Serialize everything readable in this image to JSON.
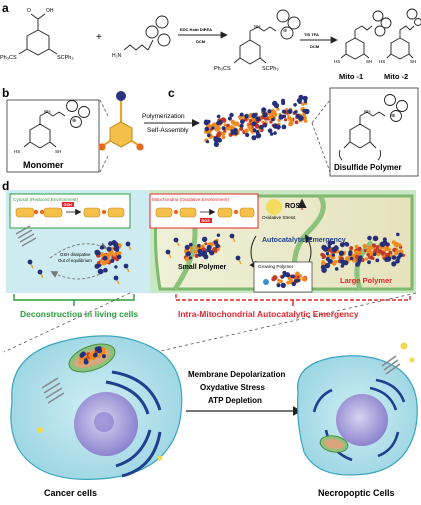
{
  "panel_letters": {
    "a": "a",
    "b": "b",
    "c": "c",
    "d": "d"
  },
  "scheme": {
    "reagents_1": "EDC  Hobt  DIPEA",
    "solvent_1": "DCM",
    "reagents_2": "TIS  TFA",
    "solvent_2": "DCM",
    "group_left": "Ph₃CS",
    "group_right": "SCPh₃",
    "plus": "+",
    "product_1": "Mito -1",
    "product_2": "Mito -2",
    "atoms": {
      "O": "O",
      "OH": "OH",
      "N": "N",
      "NH": "NH",
      "HS": "HS",
      "SH": "SH",
      "H2N": "H₂N",
      "plus_charge": "⊕"
    }
  },
  "panel_b": {
    "monomer_label": "Monomer"
  },
  "panel_c": {
    "arrow_top": "Polymerization",
    "arrow_bottom": "Self-Assembly",
    "polymer_label": "Disulfide Polymer"
  },
  "panel_d": {
    "cytosol_title": "Cytosol (Reduced Environment)",
    "mito_title": "Mitochondria (Oxidative Environment)",
    "gsh_badge": "GSH",
    "ros_badge": "ROS",
    "ros_label": "ROS",
    "oxidative_stress": "Oxidative Stress",
    "gsh_note_1": "GSH dissipative",
    "gsh_note_2": "Out of equilibrium",
    "autocatalytic": "Autocatalytic Emergency",
    "small_polymer": "Small Polymer",
    "growing_polymer": "Growing Polymer",
    "large_polymer": "Large Polymer",
    "deconstruction": "Deconstruction in living cells",
    "intra_mito": "Intra-Mitochondrial Autocatalytic Emergency"
  },
  "bottom": {
    "effects": [
      "Membrane Depolarization",
      "Oxydative Stress",
      "ATP Depletion"
    ],
    "cancer_cells": "Cancer cells",
    "necropoptic_cells": "Necropoptic Cells"
  },
  "colors": {
    "green_label": "#2a9d3c",
    "red_label": "#e3262b",
    "cell_blue": "#1f3f8f",
    "bead_orange": "#f08a1f",
    "bead_blue": "#26307a"
  }
}
